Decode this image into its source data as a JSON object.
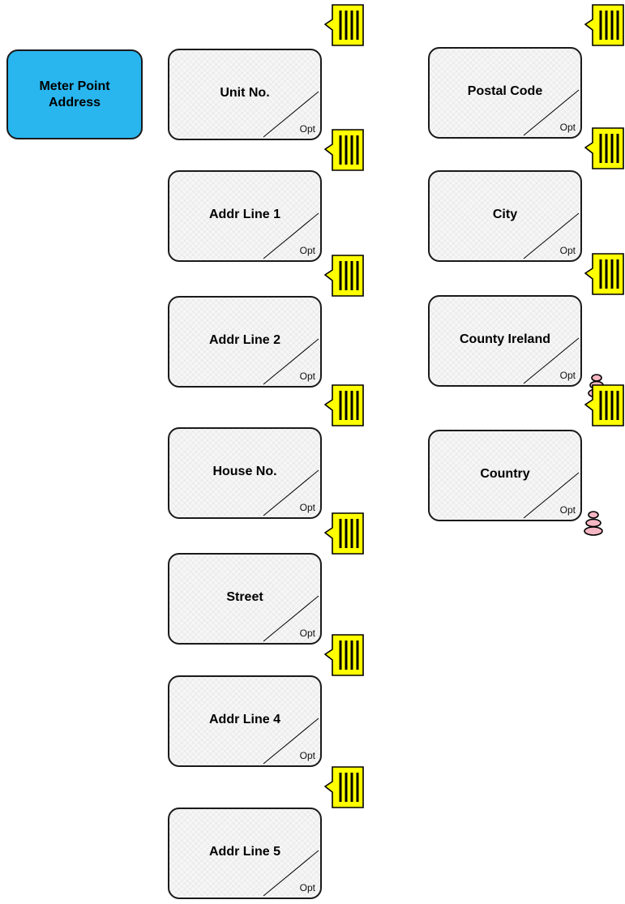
{
  "root": {
    "title": "Meter Point Address"
  },
  "optional_marker": "Opt",
  "left_column": [
    {
      "label": "Unit No."
    },
    {
      "label": "Addr Line 1"
    },
    {
      "label": "Addr Line 2"
    },
    {
      "label": "House No."
    },
    {
      "label": "Street"
    },
    {
      "label": "Addr Line 4"
    },
    {
      "label": "Addr Line 5"
    }
  ],
  "right_column": [
    {
      "label": "Postal Code"
    },
    {
      "label": "City"
    },
    {
      "label": "County Ireland"
    },
    {
      "label": "Country"
    }
  ],
  "icons": {
    "note": "note-icon",
    "stack": "stack-icon"
  },
  "colors": {
    "root_fill": "#29b6ef",
    "entity_fill": "#f6f6f6",
    "note_fill": "#ffff00",
    "stack_fill": "#f4b6c2"
  }
}
